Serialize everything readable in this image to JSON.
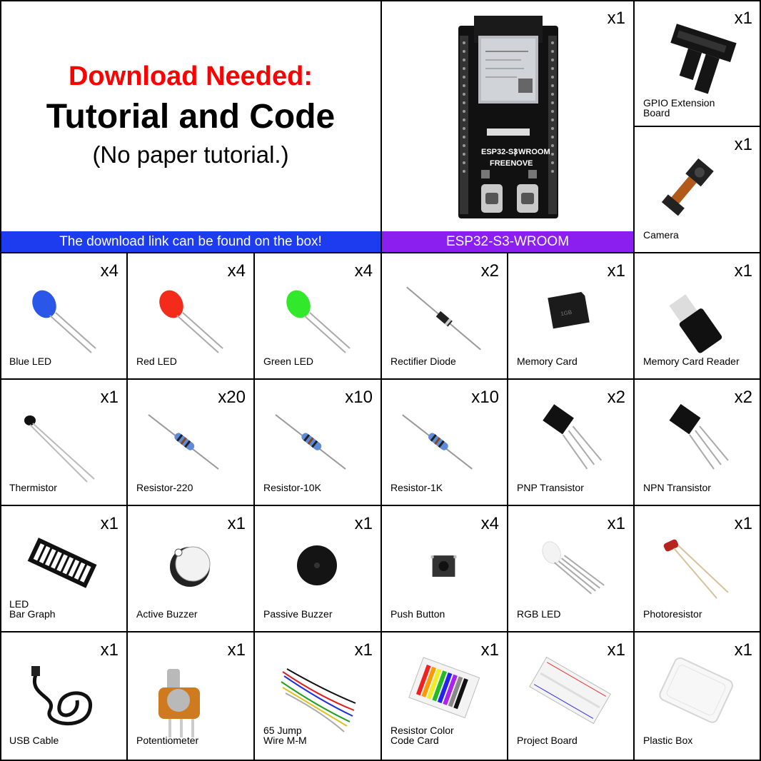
{
  "header": {
    "line1": "Download Needed:",
    "line2": "Tutorial and Code",
    "line3": "(No paper tutorial.)"
  },
  "banners": {
    "left": "The download link can be found on the box!",
    "right": "ESP32-S3-WROOM"
  },
  "board": {
    "qty": "x1",
    "chip_lines": [
      "ESP32-S3",
      "WROOM",
      "FREENOVE"
    ]
  },
  "right_column": [
    {
      "label": "GPIO Extension\nBoard",
      "qty": "x1"
    },
    {
      "label": "Camera",
      "qty": "x1"
    }
  ],
  "grid": [
    [
      {
        "label": "Blue LED",
        "qty": "x4",
        "icon": "blue-led-icon"
      },
      {
        "label": "Red LED",
        "qty": "x4",
        "icon": "red-led-icon"
      },
      {
        "label": "Green LED",
        "qty": "x4",
        "icon": "green-led-icon"
      },
      {
        "label": "Rectifier Diode",
        "qty": "x2",
        "icon": "diode-icon"
      },
      {
        "label": "Memory Card",
        "qty": "x1",
        "icon": "memory-card-icon"
      },
      {
        "label": "Memory Card Reader",
        "qty": "x1",
        "icon": "card-reader-icon"
      }
    ],
    [
      {
        "label": "Thermistor",
        "qty": "x1",
        "icon": "thermistor-icon"
      },
      {
        "label": "Resistor-220",
        "qty": "x20",
        "icon": "resistor-icon"
      },
      {
        "label": "Resistor-10K",
        "qty": "x10",
        "icon": "resistor-icon"
      },
      {
        "label": "Resistor-1K",
        "qty": "x10",
        "icon": "resistor-icon"
      },
      {
        "label": "PNP Transistor",
        "qty": "x2",
        "icon": "transistor-icon"
      },
      {
        "label": "NPN Transistor",
        "qty": "x2",
        "icon": "transistor-icon"
      }
    ],
    [
      {
        "label": "LED\nBar Graph",
        "qty": "x1",
        "icon": "led-bar-graph-icon"
      },
      {
        "label": "Active Buzzer",
        "qty": "x1",
        "icon": "active-buzzer-icon"
      },
      {
        "label": "Passive Buzzer",
        "qty": "x1",
        "icon": "passive-buzzer-icon"
      },
      {
        "label": "Push Button",
        "qty": "x4",
        "icon": "push-button-icon"
      },
      {
        "label": "RGB LED",
        "qty": "x1",
        "icon": "rgb-led-icon"
      },
      {
        "label": "Photoresistor",
        "qty": "x1",
        "icon": "photoresistor-icon"
      }
    ],
    [
      {
        "label": "USB Cable",
        "qty": "x1",
        "icon": "usb-cable-icon"
      },
      {
        "label": "Potentiometer",
        "qty": "x1",
        "icon": "potentiometer-icon"
      },
      {
        "label": "65 Jump\nWire M-M",
        "qty": "x1",
        "icon": "jumper-wires-icon"
      },
      {
        "label": "Resistor Color\nCode Card",
        "qty": "x1",
        "icon": "color-code-card-icon"
      },
      {
        "label": "Project Board",
        "qty": "x1",
        "icon": "breadboard-icon"
      },
      {
        "label": "Plastic Box",
        "qty": "x1",
        "icon": "plastic-box-icon"
      }
    ]
  ],
  "colors": {
    "title_red": "#ff0000",
    "banner_blue": "#1d3cf0",
    "banner_purple": "#8a1ff0"
  }
}
